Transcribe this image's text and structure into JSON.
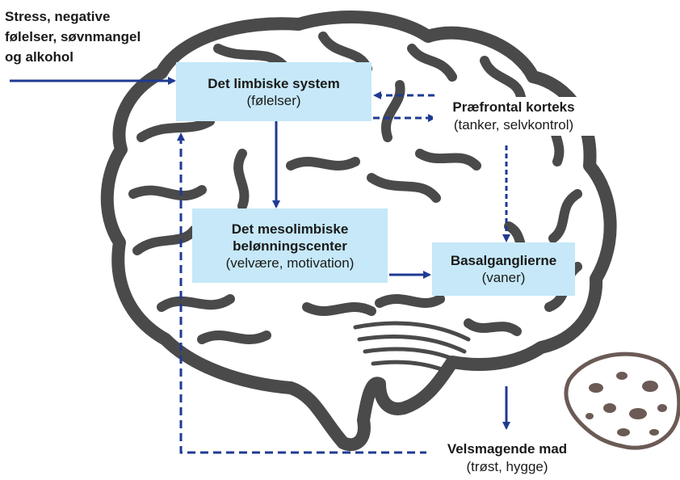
{
  "input": {
    "lines": [
      "Stress, negative",
      "følelser, søvnmangel",
      "og alkohol"
    ]
  },
  "nodes": {
    "limbic": {
      "title": "Det limbiske system",
      "sub": "(følelser)"
    },
    "prefrontal": {
      "title": "Præfrontal korteks",
      "sub": "(tanker, selvkontrol)"
    },
    "reward": {
      "title1": "Det mesolimbiske",
      "title2": "belønningscenter",
      "sub": "(velvære, motivation)"
    },
    "basal": {
      "title": "Basalganglierne",
      "sub": "(vaner)"
    },
    "food": {
      "title": "Velsmagende mad",
      "sub": "(trøst, hygge)"
    }
  },
  "colors": {
    "box": "#c6e8f8",
    "arrow": "#1f3a93",
    "brain": "#4a4a4a",
    "cookie": "#6b5a55"
  },
  "icons": [
    "brain-outline-icon",
    "cookie-icon"
  ]
}
